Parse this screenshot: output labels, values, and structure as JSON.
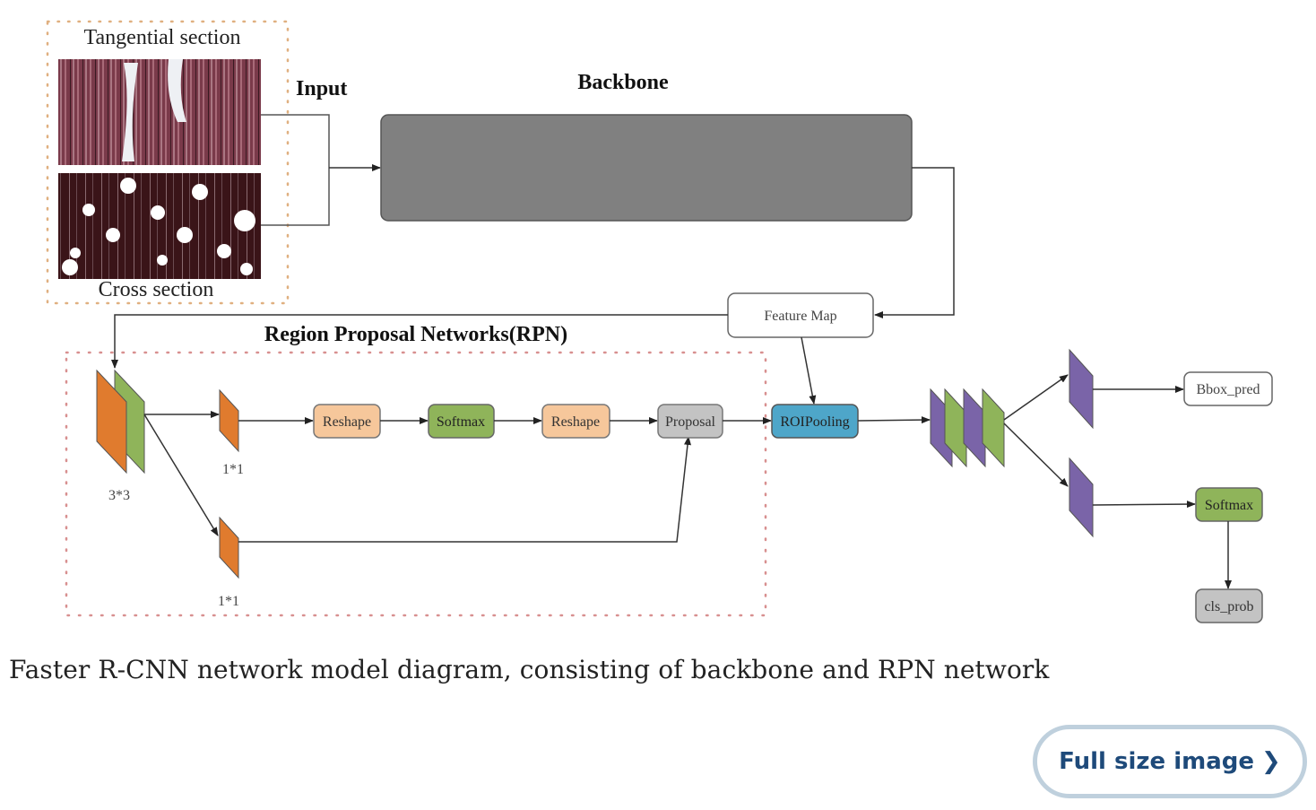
{
  "figure": {
    "input_label": "Input",
    "backbone_label": "Backbone",
    "tangential_label": "Tangential section",
    "cross_label": "Cross section",
    "feature_map_label": "Feature Map",
    "rpn_label": "Region Proposal Networks(RPN)",
    "conv3_label": "3*3",
    "conv1a_label": "1*1",
    "conv1b_label": "1*1",
    "nodes": {
      "reshape1": "Reshape",
      "softmax1": "Softmax",
      "reshape2": "Reshape",
      "proposal": "Proposal",
      "roipooling": "ROIPooling",
      "bbox_pred": "Bbox_pred",
      "softmax2": "Softmax",
      "cls_prob": "cls_prob"
    },
    "colors": {
      "backbone": "#808080",
      "orange": "#e07b2e",
      "green": "#8fb45a",
      "purple": "#7a64a8",
      "reshape": "#f6c79b",
      "softmax": "#8fb45a",
      "proposal": "#c3c3c3",
      "roipooling": "#4ea6c9",
      "cls_prob": "#c3c3c3",
      "dotted": "#e0b080"
    }
  },
  "caption": "Faster R-CNN network model diagram, consisting of backbone and RPN network",
  "full_size_button": {
    "label": "Full size image",
    "icon": "chevron-right-icon"
  }
}
